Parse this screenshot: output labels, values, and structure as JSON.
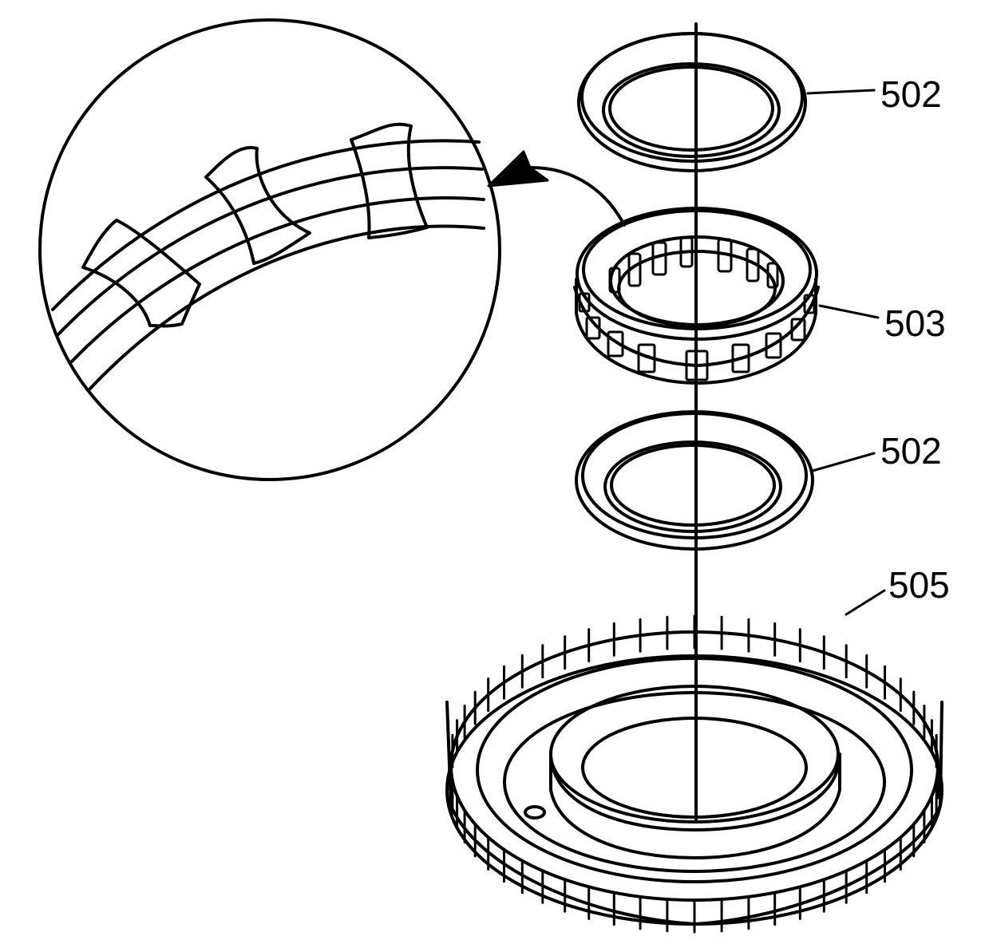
{
  "callouts": {
    "washer_top": "502",
    "bearing": "503",
    "washer_bottom": "502",
    "sun_gear_shell": "505"
  },
  "colors": {
    "line": "#000000",
    "background": "#ffffff"
  },
  "icons": [
    "detail-magnifier-circle",
    "pointer-arrow"
  ]
}
